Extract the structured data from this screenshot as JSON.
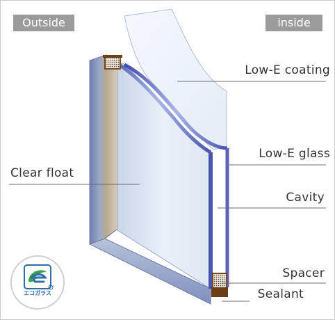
{
  "tags": {
    "outside": "Outside",
    "inside": "inside"
  },
  "labels": {
    "low_e_coating": "Low-E coating",
    "low_e_glass": "Low-E glass",
    "cavity": "Cavity",
    "spacer": "Spacer",
    "sealant": "Sealant",
    "clear_float": "Clear float"
  },
  "badge": {
    "text": "エコガラス"
  },
  "colors": {
    "tag_bg": "#9b9b9b",
    "label_text": "#333333",
    "leader_line": "#6d6d6d",
    "glass_edge": "#5a5fb5",
    "spacer_brown": "#7a4a1e",
    "badge_green": "#3aa14a",
    "badge_blue": "#2f6fa7"
  }
}
